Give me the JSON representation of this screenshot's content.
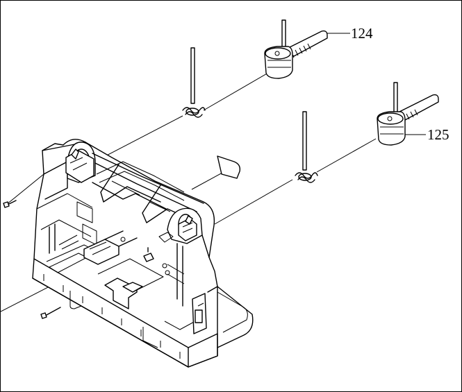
{
  "callouts": [
    {
      "id": "124",
      "label": "124"
    },
    {
      "id": "125",
      "label": "125"
    }
  ]
}
